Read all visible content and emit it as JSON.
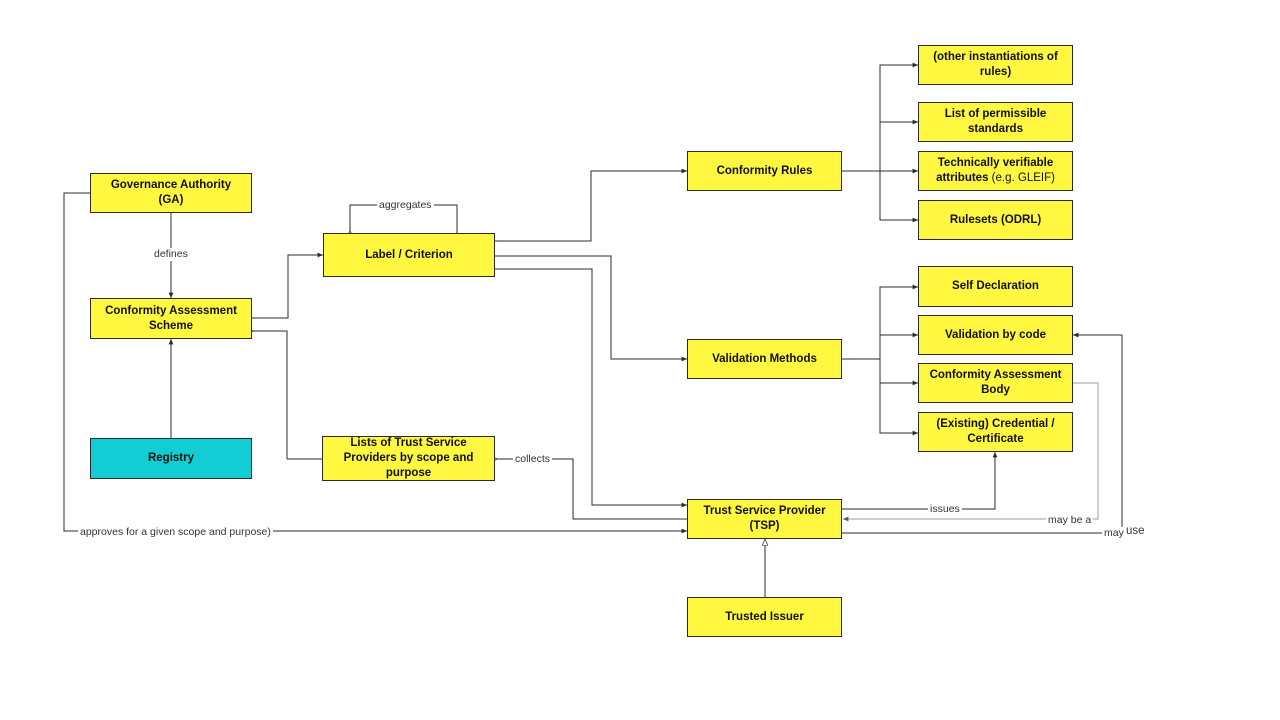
{
  "nodes": {
    "governance_authority": "Governance Authority (GA)",
    "conformity_assessment_scheme": "Conformity Assessment Scheme",
    "registry": "Registry",
    "label_criterion": "Label / Criterion",
    "lists_tsp": "Lists of Trust Service Providers by scope and purpose",
    "conformity_rules": "Conformity Rules",
    "validation_methods": "Validation Methods",
    "trust_service_provider": "Trust Service Provider (TSP)",
    "trusted_issuer": "Trusted Issuer",
    "other_instantiations": "(other instantiations of rules)",
    "permissible_standards": "List of permissible standards",
    "tech_verifiable_bold": "Technically verifiable attributes",
    "tech_verifiable_light": " (e.g. GLEIF)",
    "rulesets_odrl": "Rulesets (ODRL)",
    "self_declaration": "Self Declaration",
    "validation_by_code": "Validation by code",
    "conformity_assessment_body": "Conformity Assessment Body",
    "existing_credential": "(Existing) Credential / Certificate"
  },
  "edges": {
    "defines": "defines",
    "aggregates": "aggregates",
    "collects": "collects",
    "issues": "issues",
    "may_be_a": "may be a",
    "may": "may",
    "use": "use",
    "approves": "approves for a given scope and purpose)"
  },
  "colors": {
    "node_fill": "#fff740",
    "registry_fill": "#12cdd4",
    "line": "#2b2b2b",
    "light_line": "#b0b0b0"
  }
}
